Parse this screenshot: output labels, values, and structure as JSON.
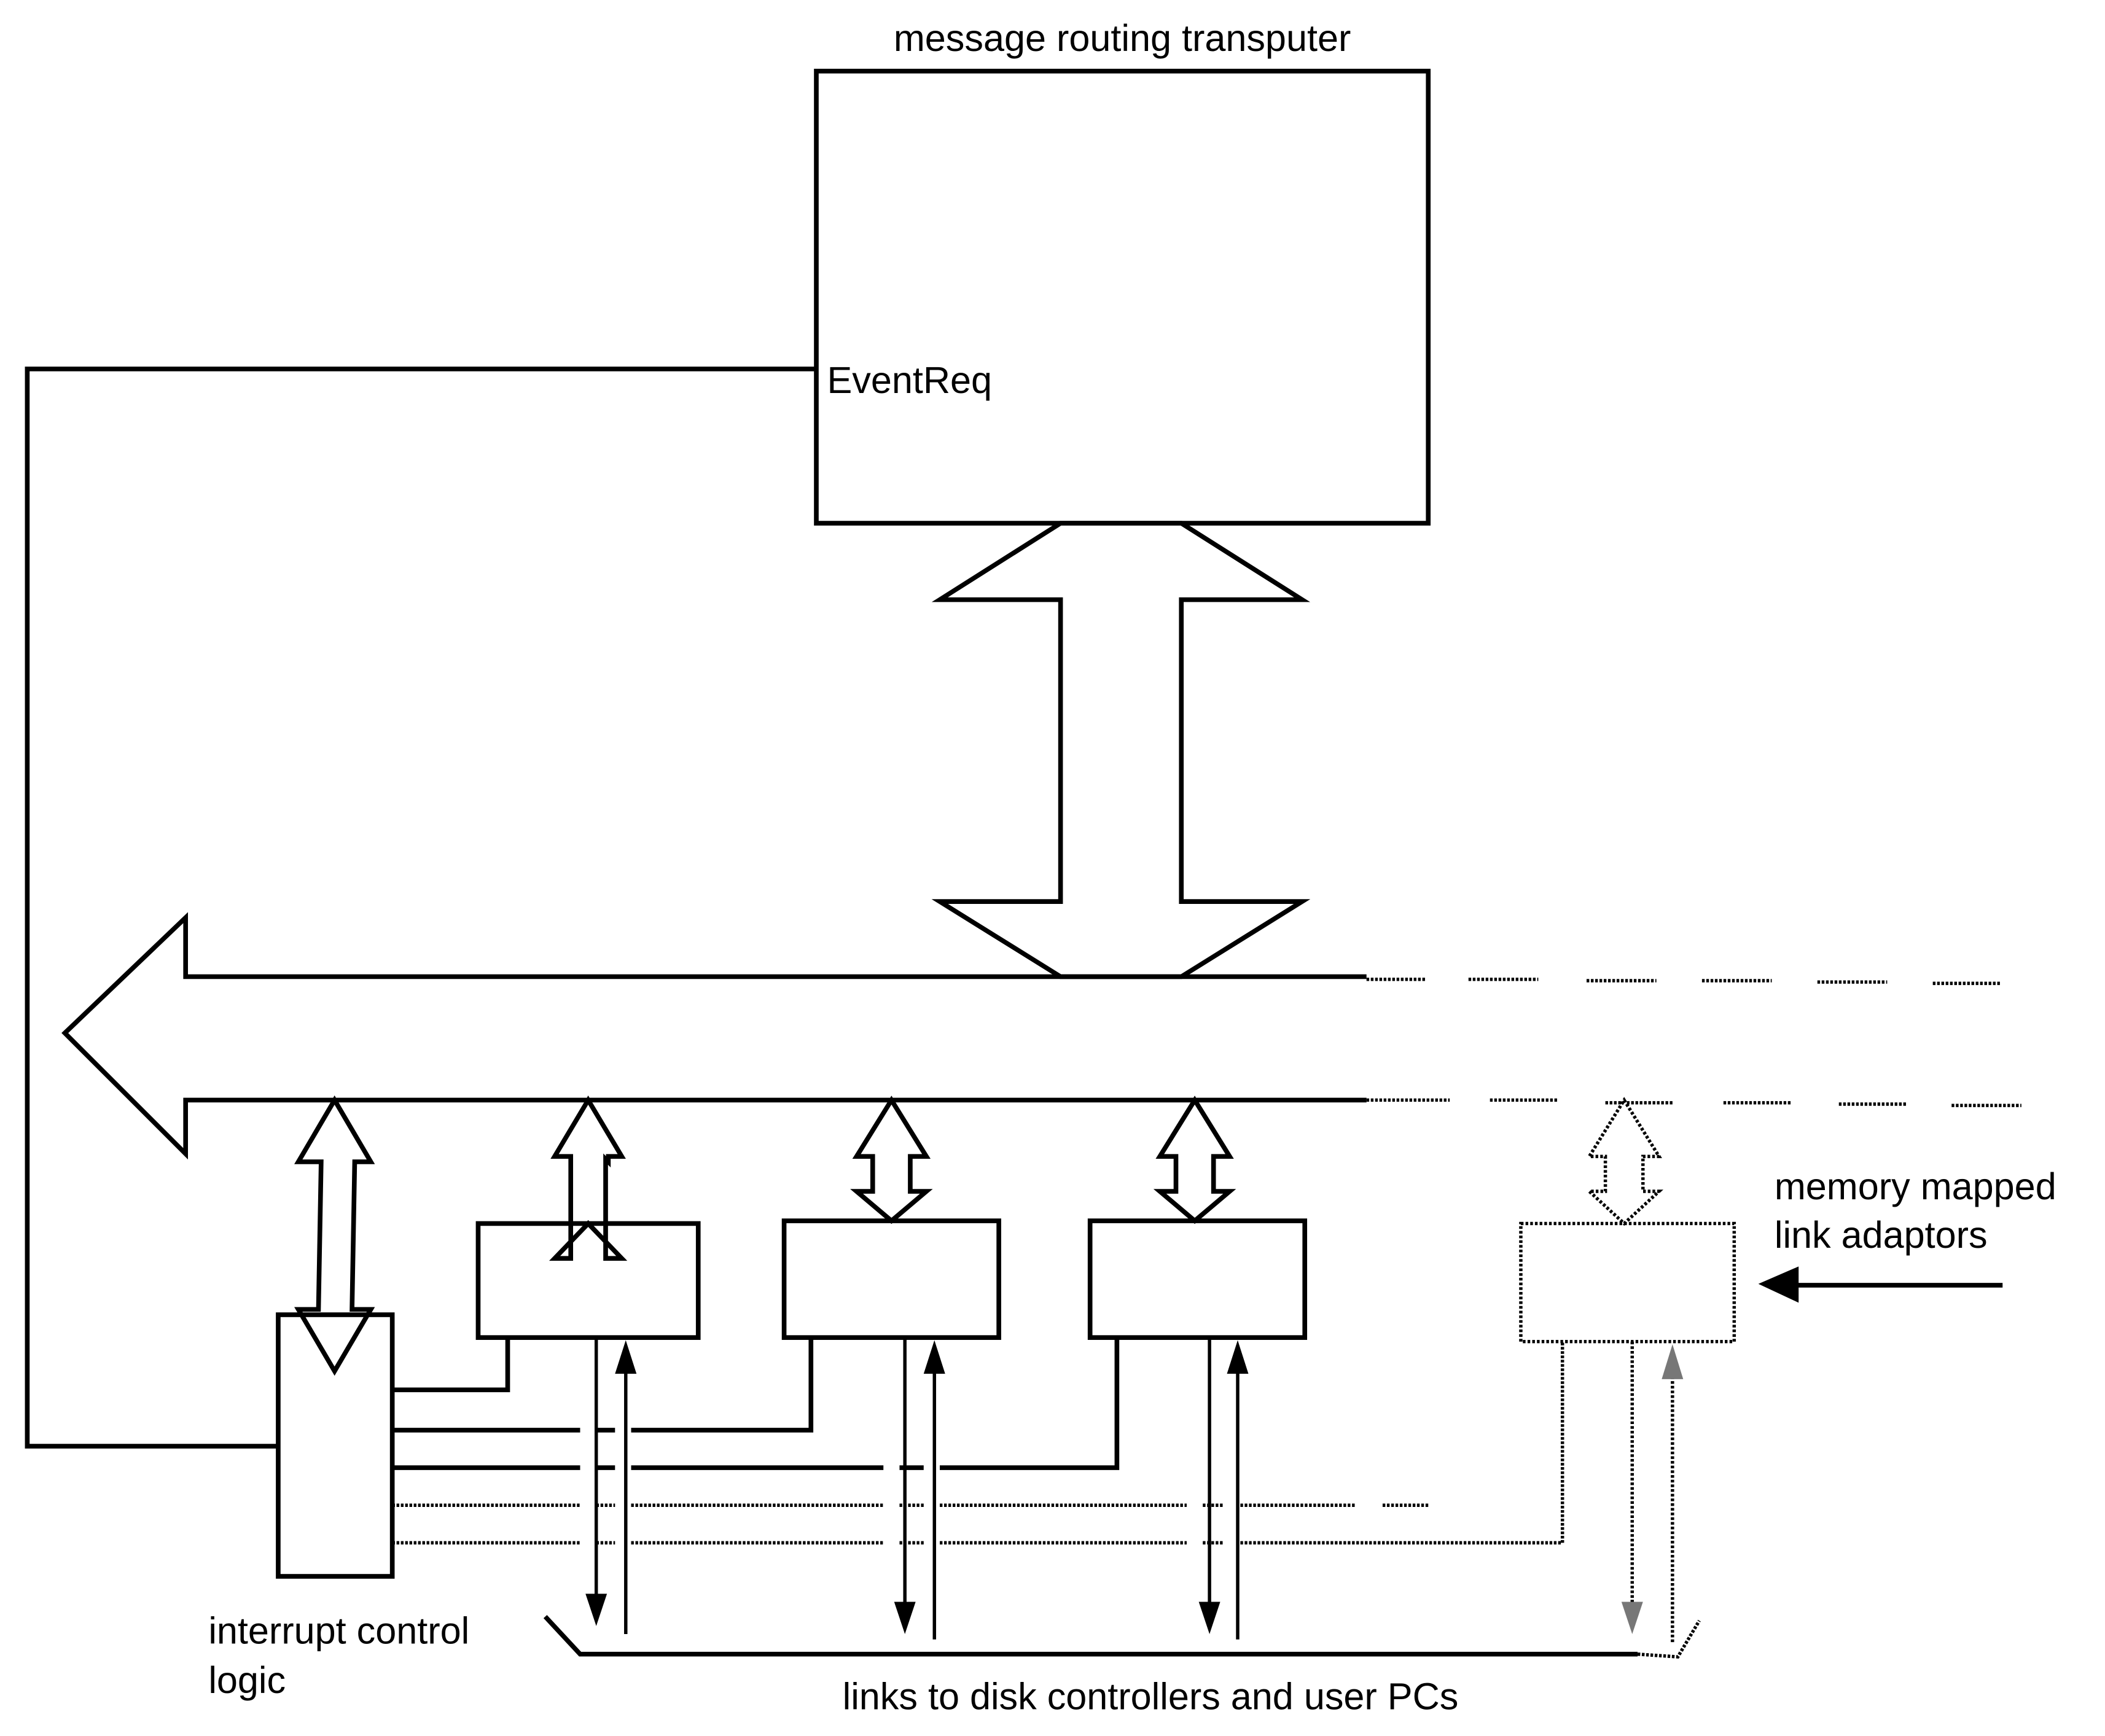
{
  "diagram": {
    "labels": {
      "transputer_title": "message routing transputer",
      "event_req": "EventReq",
      "memory_mapped_line1": "memory mapped",
      "memory_mapped_line2": "link adaptors",
      "interrupt_line1": "interrupt control",
      "interrupt_line2": "logic",
      "links_label": "links to disk controllers and user PCs"
    },
    "components": [
      {
        "id": "transputer",
        "label": "message routing transputer",
        "pin": "EventReq"
      },
      {
        "id": "bus",
        "label": "",
        "direction": "left"
      },
      {
        "id": "interrupt-control-logic",
        "label": "interrupt control logic"
      },
      {
        "id": "link-adaptor-1",
        "label": ""
      },
      {
        "id": "link-adaptor-2",
        "label": ""
      },
      {
        "id": "link-adaptor-3",
        "label": ""
      },
      {
        "id": "link-adaptor-optional",
        "label": "memory mapped link adaptors",
        "style": "dotted"
      }
    ],
    "colors": {
      "stroke": "#000000",
      "background": "#ffffff"
    }
  }
}
